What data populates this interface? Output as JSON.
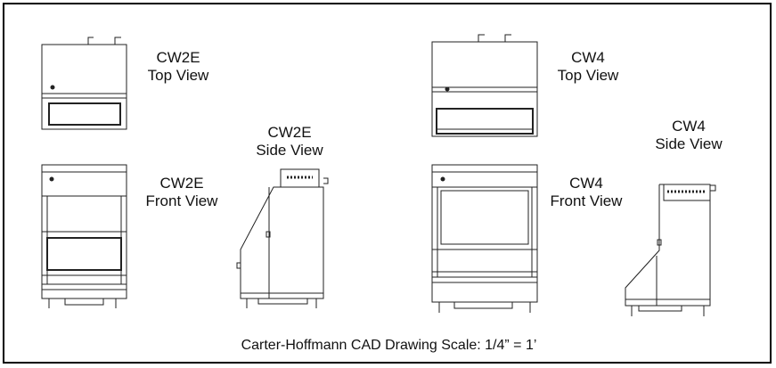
{
  "views": {
    "cw2e_top": {
      "model": "CW2E",
      "view": "Top View"
    },
    "cw2e_side": {
      "model": "CW2E",
      "view": "Side View"
    },
    "cw2e_front": {
      "model": "CW2E",
      "view": "Front View"
    },
    "cw4_top": {
      "model": "CW4",
      "view": "Top View"
    },
    "cw4_side": {
      "model": "CW4",
      "view": "Side View"
    },
    "cw4_front": {
      "model": "CW4",
      "view": "Front View"
    }
  },
  "caption": "Carter-Hoffmann CAD Drawing Scale: 1/4” = 1’"
}
